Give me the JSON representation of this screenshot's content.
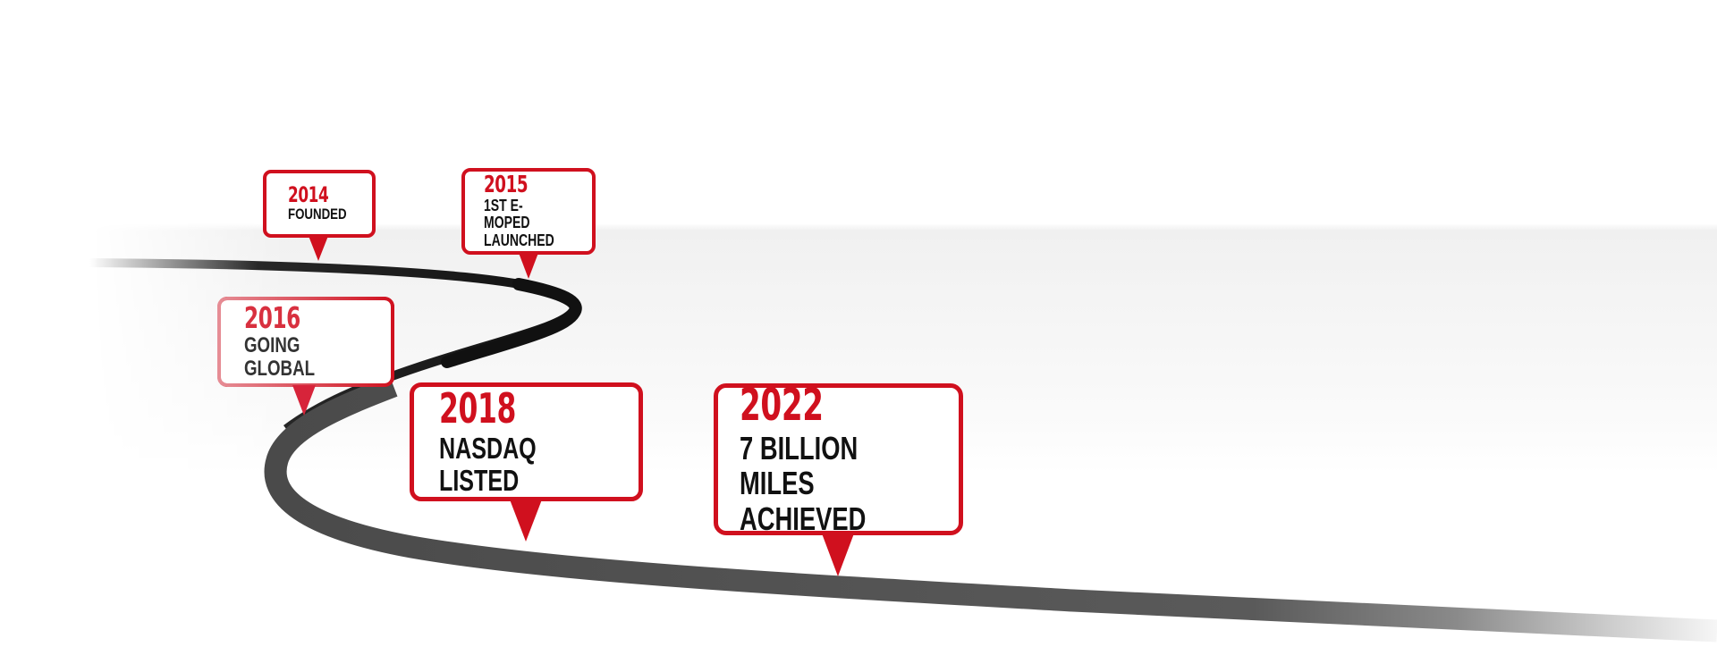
{
  "timeline": {
    "colors": {
      "accent_red": "#d0101e",
      "road_dark": "#111111",
      "road_gray": "#555555",
      "text_dark": "#111111",
      "background_band": "#f0f0f0"
    },
    "milestones": [
      {
        "year": "2014",
        "label": "FOUNDED"
      },
      {
        "year": "2015",
        "label": "1ST E-MOPED\nLAUNCHED"
      },
      {
        "year": "2016",
        "label": "GOING GLOBAL"
      },
      {
        "year": "2018",
        "label": "NASDAQ LISTED"
      },
      {
        "year": "2022",
        "label": "7 BILLION MILES\nACHIEVED"
      }
    ]
  }
}
